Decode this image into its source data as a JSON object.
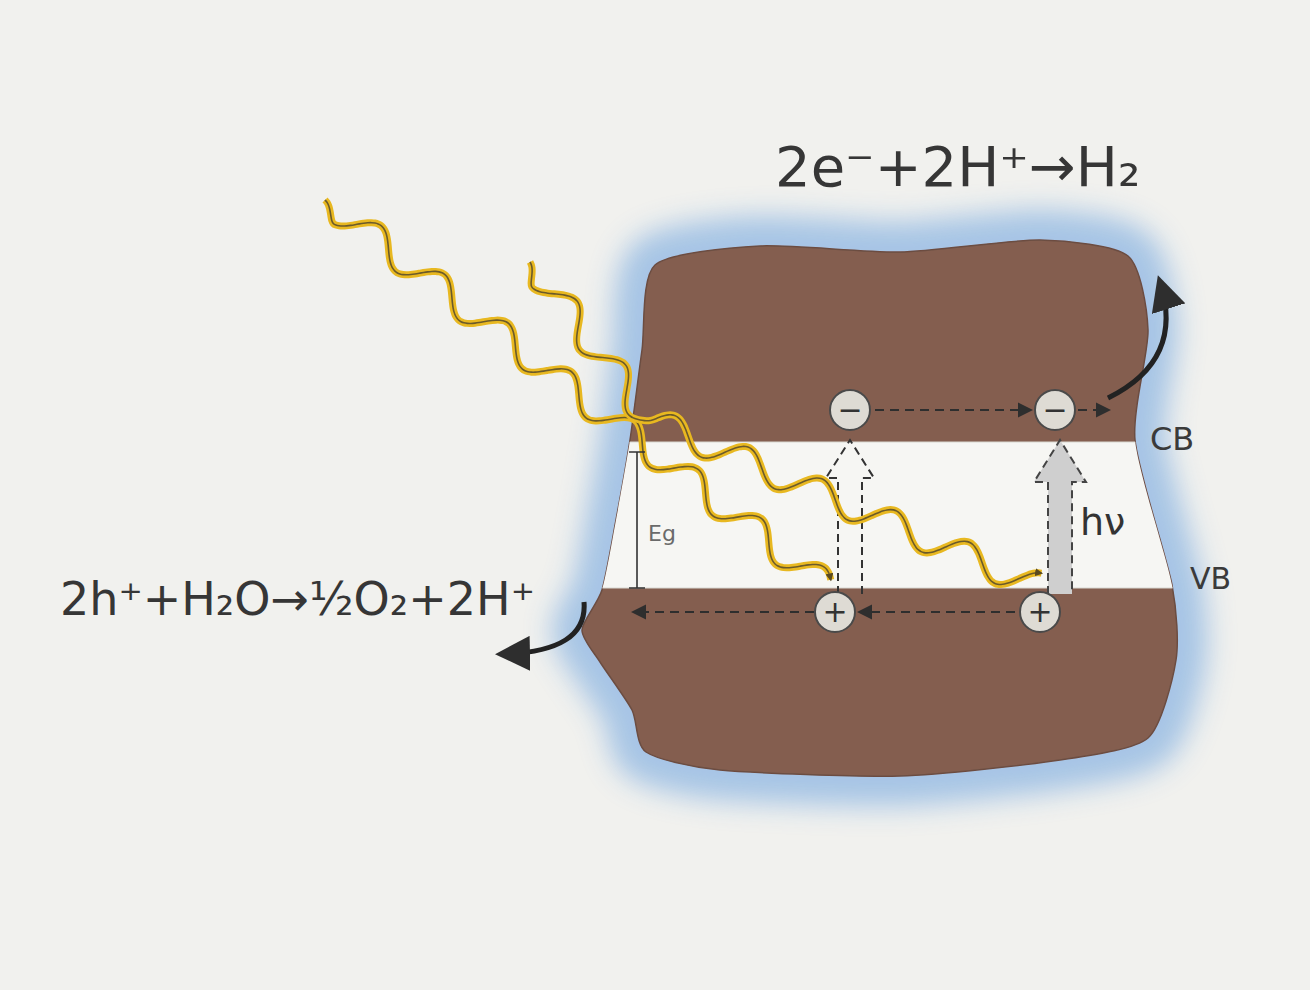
{
  "diagram": {
    "nodes": [
      {
        "text": [
          "−"
        ]
      },
      {
        "text": [
          "−"
        ]
      },
      {
        "text": [
          "+"
        ]
      },
      {
        "text": [
          "+"
        ]
      }
    ],
    "edges": [
      {
        "from": 0,
        "to": 1,
        "arrow": "to"
      },
      {
        "from": 3,
        "to": 2,
        "arrow": "to"
      }
    ],
    "labels": [
      "2e⁻+2H⁺→H₂",
      "CB",
      "hν",
      "Eg",
      "VB",
      "2h⁺+H₂O→½O₂+2H⁺"
    ]
  }
}
